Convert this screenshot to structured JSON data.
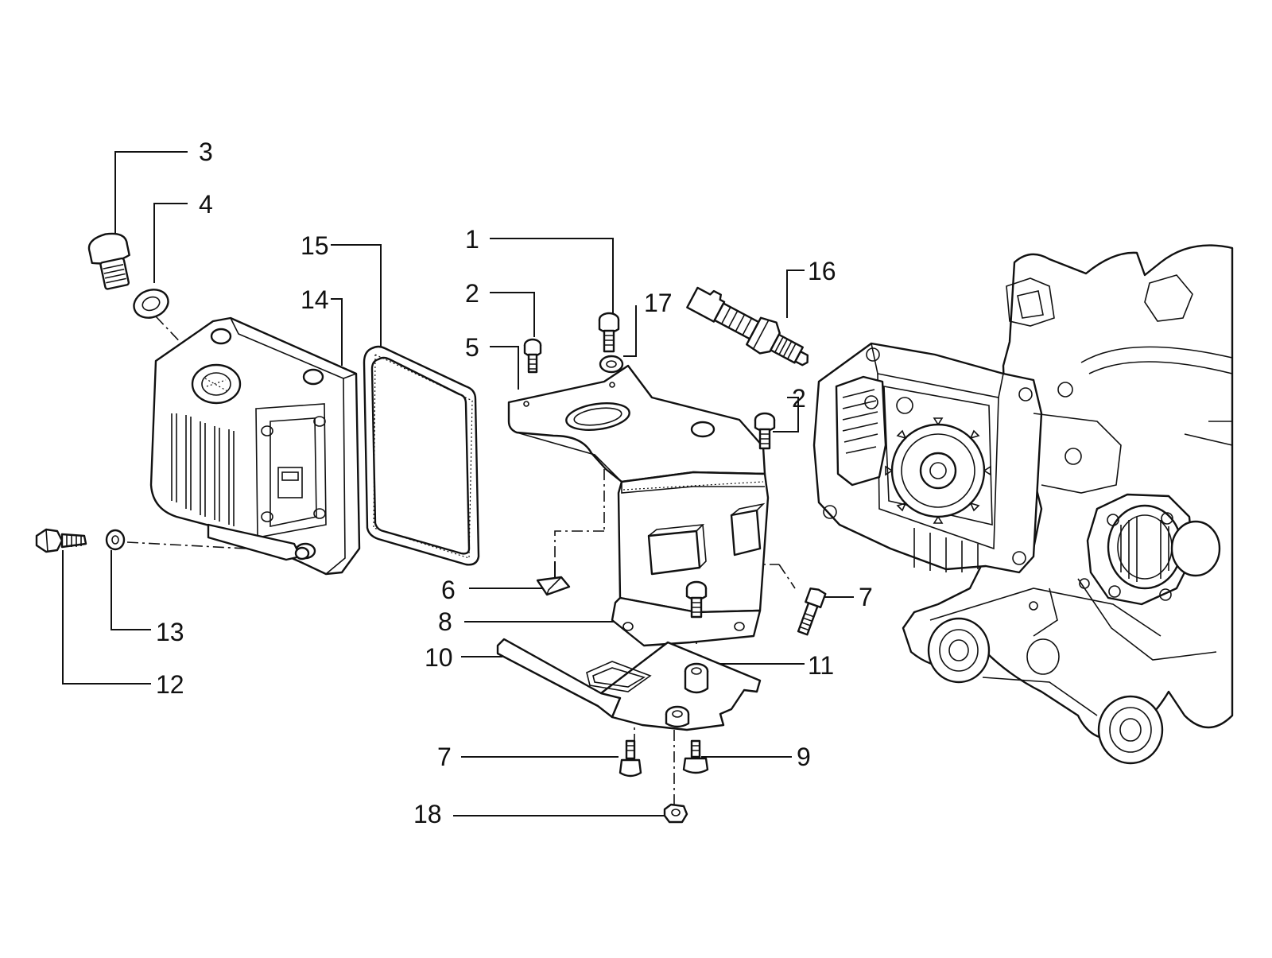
{
  "callouts": [
    {
      "id": "3",
      "text": "3"
    },
    {
      "id": "4",
      "text": "4"
    },
    {
      "id": "15",
      "text": "15"
    },
    {
      "id": "14",
      "text": "14"
    },
    {
      "id": "1",
      "text": "1"
    },
    {
      "id": "2a",
      "text": "2"
    },
    {
      "id": "17",
      "text": "17"
    },
    {
      "id": "5",
      "text": "5"
    },
    {
      "id": "16",
      "text": "16"
    },
    {
      "id": "2b",
      "text": "2"
    },
    {
      "id": "6",
      "text": "6"
    },
    {
      "id": "7a",
      "text": "7"
    },
    {
      "id": "8",
      "text": "8"
    },
    {
      "id": "10",
      "text": "10"
    },
    {
      "id": "11",
      "text": "11"
    },
    {
      "id": "13",
      "text": "13"
    },
    {
      "id": "12",
      "text": "12"
    },
    {
      "id": "7b",
      "text": "7"
    },
    {
      "id": "9",
      "text": "9"
    },
    {
      "id": "18",
      "text": "18"
    }
  ]
}
